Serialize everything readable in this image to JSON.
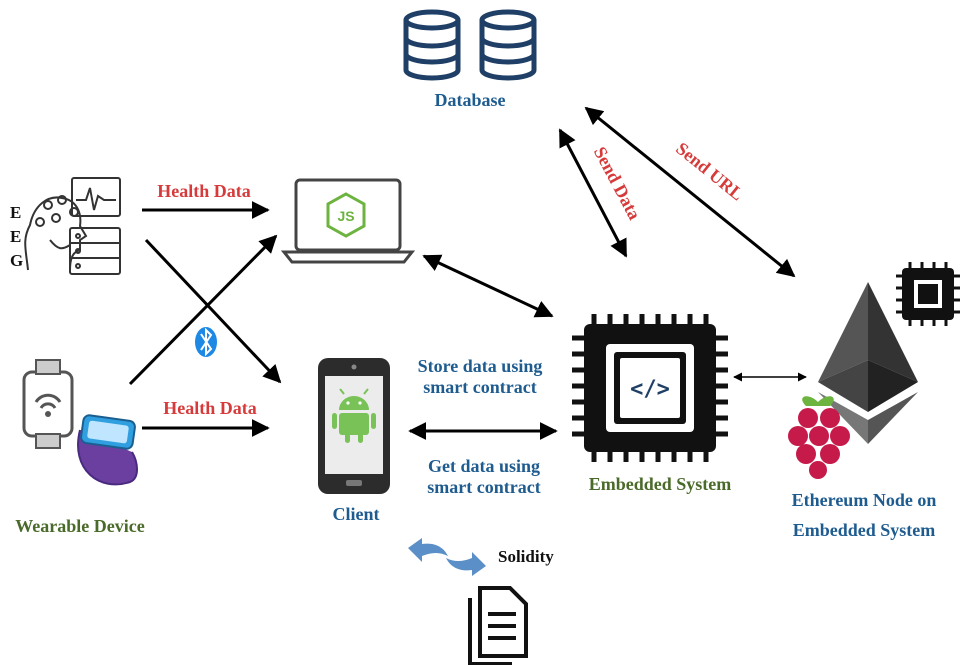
{
  "nodes": {
    "database": "Database",
    "client": "Client",
    "embedded_system": "Embedded System",
    "ethereum_node_line1": "Ethereum Node on",
    "ethereum_node_line2": "Embedded System",
    "wearable_device": "Wearable Device",
    "eeg_letters": [
      "E",
      "E",
      "G"
    ],
    "solidity": "Solidity"
  },
  "edges": {
    "health_data_top": "Health Data",
    "health_data_bottom": "Health Data",
    "store_line1": "Store data using",
    "store_line2": "smart contract",
    "get_line1": "Get data using",
    "get_line2": "smart contract",
    "send_data": "Send Data",
    "send_url": "Send URL"
  },
  "icons": {
    "laptop_badge": "JS",
    "chip_code": "</>"
  },
  "colors": {
    "label_red": "#d63a3a",
    "label_blue": "#1e5b8f",
    "label_green": "#4a6a2a",
    "icon_navy": "#1f3f66",
    "android_green": "#78c257",
    "node_green": "#6cb33f",
    "bluetooth_blue": "#1e88e5",
    "raspberry_red": "#c51a4a",
    "watch_purple": "#6a3fa0"
  }
}
